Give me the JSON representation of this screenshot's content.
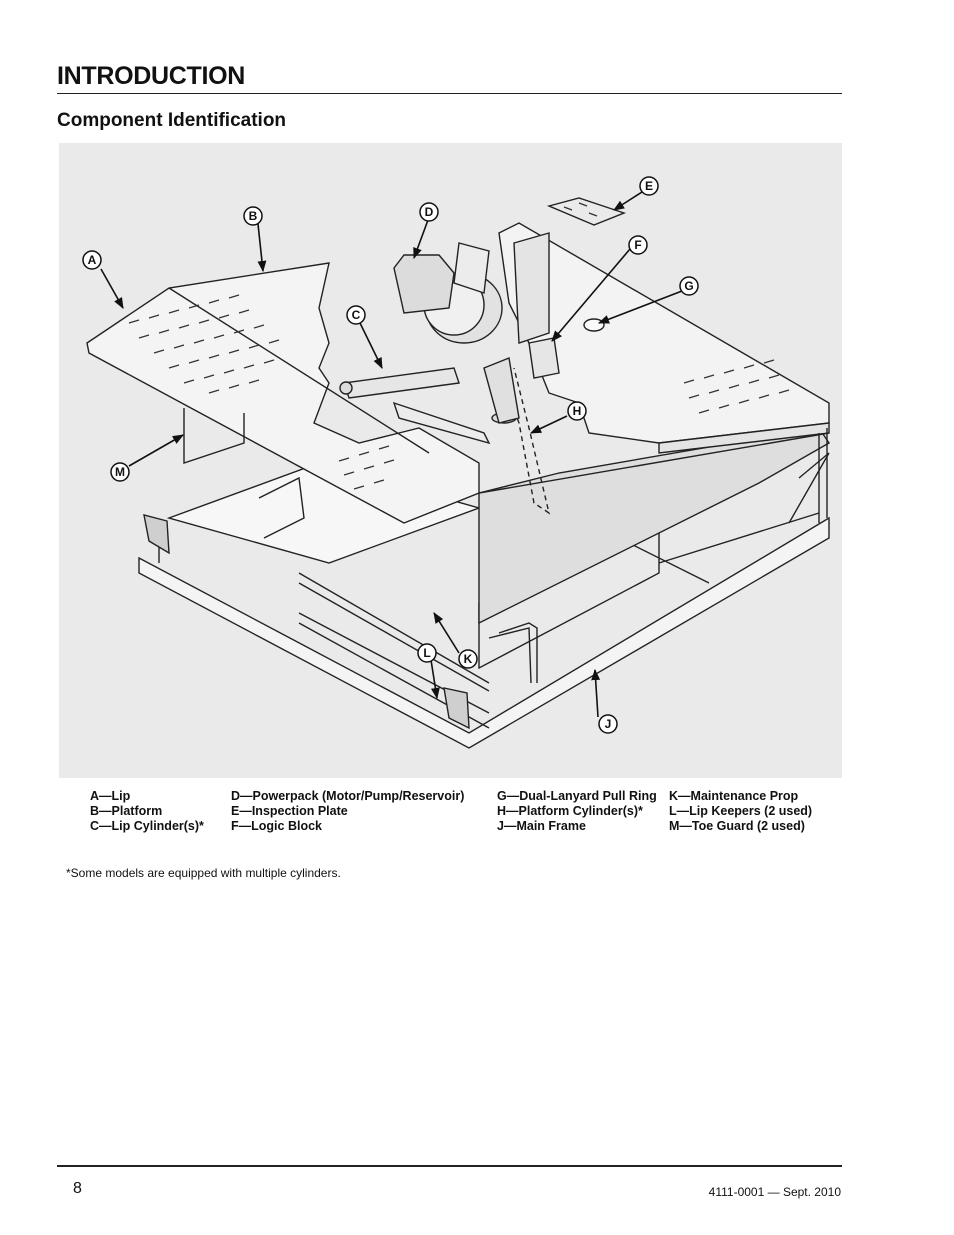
{
  "page": {
    "heading": "INTRODUCTION",
    "subheading": "Component Identification",
    "footnote": "*Some models are equipped with multiple cylinders.",
    "page_number": "8",
    "doc_id": "4111-0001 — Sept. 2010"
  },
  "figure": {
    "callouts": [
      "A",
      "B",
      "C",
      "D",
      "E",
      "F",
      "G",
      "H",
      "J",
      "K",
      "L",
      "M"
    ]
  },
  "legend": {
    "col1": [
      "A—Lip",
      "B—Platform",
      "C—Lip Cylinder(s)*"
    ],
    "col2": [
      "D—Powerpack (Motor/Pump/Reservoir)",
      "E—Inspection Plate",
      "F—Logic Block"
    ],
    "col3": [
      "G—Dual-Lanyard Pull Ring",
      "H—Platform Cylinder(s)*",
      "J—Main Frame"
    ],
    "col4": [
      "K—Maintenance Prop",
      "L—Lip Keepers (2 used)",
      "M—Toe Guard (2 used)"
    ]
  }
}
